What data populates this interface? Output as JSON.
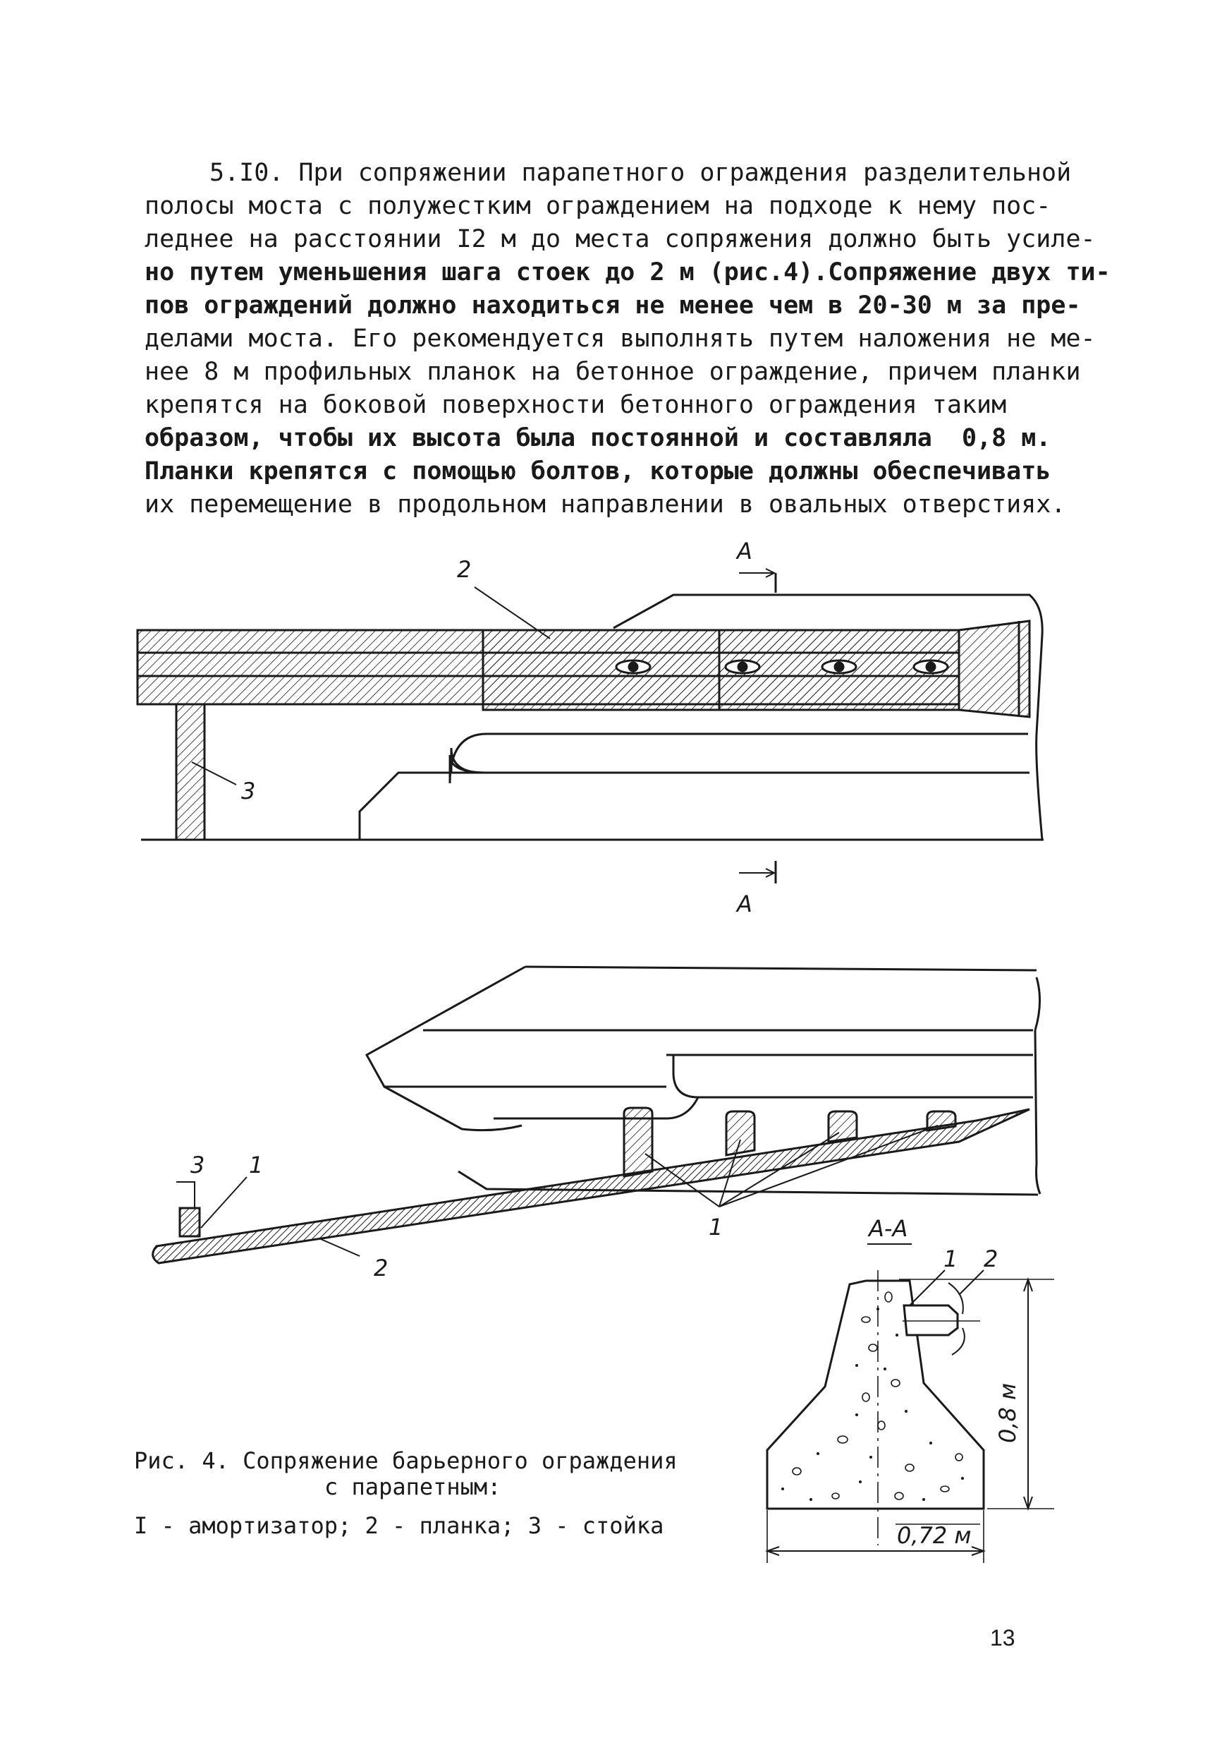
{
  "paragraph": {
    "lines": [
      "5.I0. При сопряжении парапетного ограждения разделительной",
      "полосы моста с полужестким ограждением на подходе к нему пос-",
      "леднее на расстоянии I2 м до места сопряжения должно быть усиле-",
      "но путем уменьшения шага стоек до 2 м (рис.4).Сопряжение двух ти-",
      "пов ограждений должно находиться не менее чем в 20-30 м за пре-",
      "делами моста. Его рекомендуется выполнять путем наложения не ме-",
      "нее 8 м профильных планок на бетонное ограждение, причем планки",
      "крепятся на боковой поверхности бетонного ограждения таким",
      "образом, чтобы их высота была постоянной и составляла  0,8 м.",
      "Планки крепятся с помощью болтов, которые должны обеспечивать",
      "их перемещение в продольном направлении в овальных отверстиях."
    ]
  },
  "figure": {
    "section_mark_top": "А",
    "section_mark_bottom": "А",
    "section_title": "А-А",
    "labels": {
      "top_plank": "2",
      "top_post": "3",
      "plan_post": "3",
      "plan_shock": "1",
      "plan_plank": "2",
      "plan_shocks": "1",
      "section_shock": "1",
      "section_plank": "2"
    },
    "dimensions": {
      "height": "0,8 м",
      "width": "0,72 м"
    }
  },
  "caption": {
    "line1": "Рис. 4. Сопряжение барьерного ограждения",
    "line2": "с парапетным:",
    "legend": "I - амортизатор; 2 - планка; 3 - стойка"
  },
  "page_number": "13"
}
